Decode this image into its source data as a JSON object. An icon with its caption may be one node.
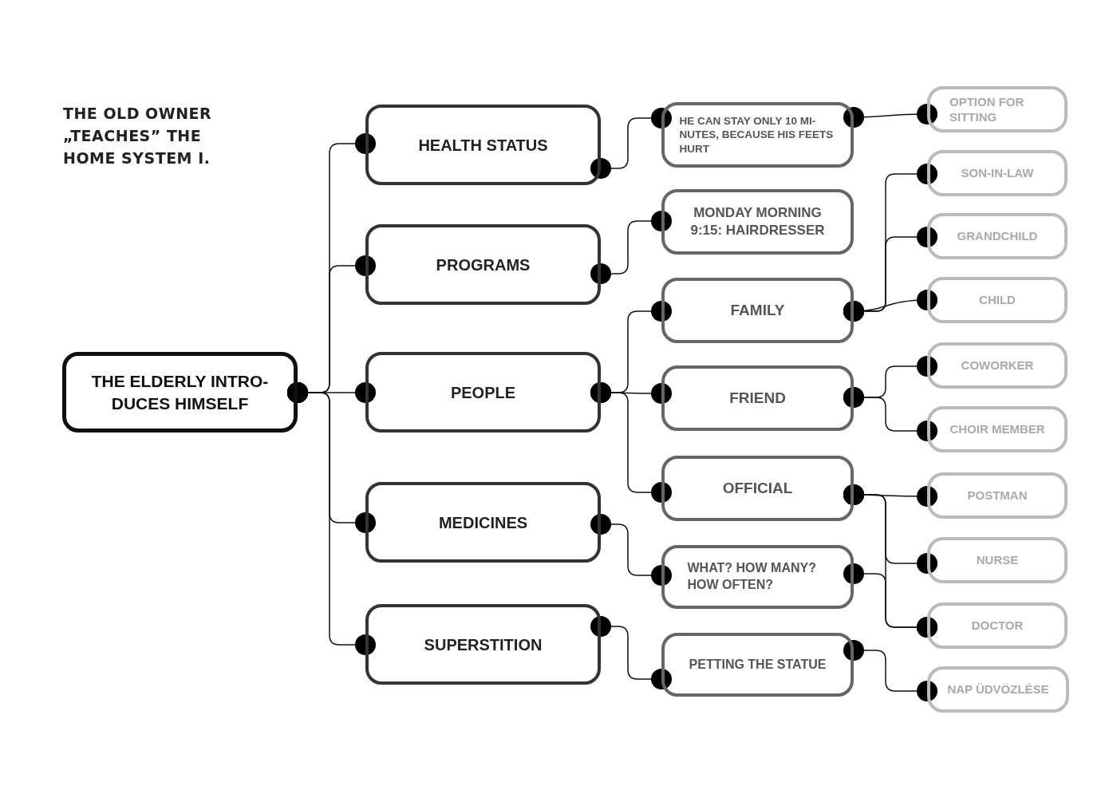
{
  "diagram": {
    "title": "THE OLD OWNER „TEACHES” THE HOME SYSTEM I.",
    "nodes": [
      {
        "text": [
          "THE ELDERLY INTRO- DUCES HIMSELF"
        ]
      },
      {
        "text": [
          "HEALTH STATUS"
        ]
      },
      {
        "text": [
          "PROGRAMS"
        ]
      },
      {
        "text": [
          "PEOPLE"
        ]
      },
      {
        "text": [
          "MEDICINES"
        ]
      },
      {
        "text": [
          "SUPERSTITION"
        ]
      },
      {
        "text": [
          "HE CAN STAY ONLY 10 MI- NUTES, BECAUSE HIS FEETS HURT"
        ]
      },
      {
        "text": [
          "MONDAY MORNING 9:15: HAIRDRESSER"
        ]
      },
      {
        "text": [
          "FAMILY"
        ]
      },
      {
        "text": [
          "FRIEND"
        ]
      },
      {
        "text": [
          "OFFICIAL"
        ]
      },
      {
        "text": [
          "WHAT? HOW MANY? HOW OFTEN?"
        ]
      },
      {
        "text": [
          "PETTING THE STATUE"
        ]
      },
      {
        "text": [
          "OPTION FOR SITTING"
        ]
      },
      {
        "text": [
          "SON-IN-LAW"
        ]
      },
      {
        "text": [
          "GRANDCHILD"
        ]
      },
      {
        "text": [
          "CHILD"
        ]
      },
      {
        "text": [
          "COWORKER"
        ]
      },
      {
        "text": [
          "CHOIR MEMBER"
        ]
      },
      {
        "text": [
          "POSTMAN"
        ]
      },
      {
        "text": [
          "NURSE"
        ]
      },
      {
        "text": [
          "DOCTOR"
        ]
      },
      {
        "text": [
          "NAP ÜDVÖZLÉSE"
        ]
      }
    ],
    "edges": [
      {
        "from": 0,
        "to": 1,
        "arrow": "other"
      },
      {
        "from": 0,
        "to": 2,
        "arrow": "other"
      },
      {
        "from": 0,
        "to": 3,
        "arrow": "other"
      },
      {
        "from": 0,
        "to": 4,
        "arrow": "other"
      },
      {
        "from": 0,
        "to": 5,
        "arrow": "other"
      },
      {
        "from": 1,
        "to": 6,
        "arrow": "other"
      },
      {
        "from": 2,
        "to": 7,
        "arrow": "other"
      },
      {
        "from": 3,
        "to": 8,
        "arrow": "other"
      },
      {
        "from": 3,
        "to": 9,
        "arrow": "other"
      },
      {
        "from": 3,
        "to": 10,
        "arrow": "other"
      },
      {
        "from": 4,
        "to": 11,
        "arrow": "other"
      },
      {
        "from": 5,
        "to": 12,
        "arrow": "other"
      },
      {
        "from": 6,
        "to": 13,
        "arrow": "other"
      },
      {
        "from": 8,
        "to": 14,
        "arrow": "other"
      },
      {
        "from": 8,
        "to": 15,
        "arrow": "other"
      },
      {
        "from": 8,
        "to": 16,
        "arrow": "other"
      },
      {
        "from": 9,
        "to": 17,
        "arrow": "other"
      },
      {
        "from": 9,
        "to": 18,
        "arrow": "other"
      },
      {
        "from": 10,
        "to": 19,
        "arrow": "other"
      },
      {
        "from": 10,
        "to": 20,
        "arrow": "other"
      },
      {
        "from": 10,
        "to": 21,
        "arrow": "other"
      },
      {
        "from": 11,
        "to": 21,
        "arrow": "other"
      },
      {
        "from": 12,
        "to": 22,
        "arrow": "other"
      }
    ]
  }
}
